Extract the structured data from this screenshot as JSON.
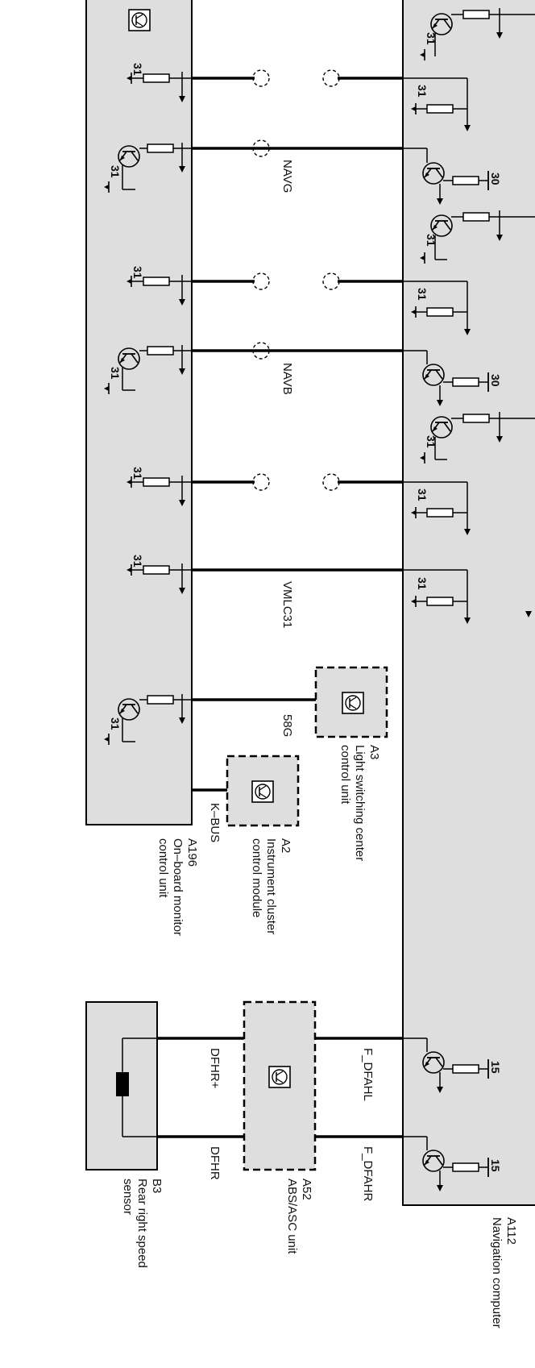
{
  "diagram": {
    "colors": {
      "box_fill": "#dedede",
      "line": "#000000",
      "background": "#ffffff"
    },
    "components": {
      "a196": {
        "id": "A196",
        "name_1": "On–board monitor",
        "name_2": "control unit"
      },
      "a112": {
        "id": "A112",
        "name_1": "Navigation computer"
      },
      "a2": {
        "id": "A2",
        "name_1": "Instrument cluster",
        "name_2": "control module"
      },
      "a3": {
        "id": "A3",
        "name_1": "Light switching center",
        "name_2": "control unit"
      },
      "a52": {
        "id": "A52",
        "name_1": "ABS/ASC unit"
      },
      "b3": {
        "id": "B3",
        "name_1": "Rear right speed",
        "name_2": "sensor"
      }
    },
    "signals": {
      "navg": "NAVG",
      "navb": "NAVB",
      "vmlc31": "VMLC31",
      "s58g": "58G",
      "kbus": "K–BUS",
      "dfhr_plus": "DFHR+",
      "dfhr": "DFHR",
      "f_dfahl": "F_DFAHL",
      "f_dfahr": "F_DFAHR"
    },
    "pins": {
      "ground": "31",
      "battery": "30",
      "ignition": "15"
    }
  }
}
